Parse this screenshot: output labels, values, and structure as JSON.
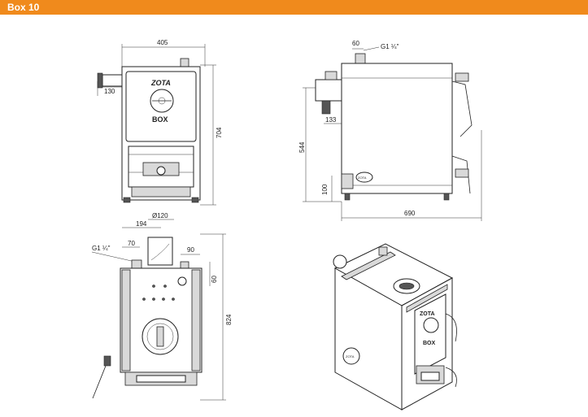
{
  "header": {
    "title": "Box 10",
    "color": "#f08a1c"
  },
  "front_view": {
    "dims": {
      "width": "405",
      "height": "704",
      "outlet_offset": "130"
    },
    "brand_top": "ZOTA",
    "brand_model": "BOX"
  },
  "side_view": {
    "dims": {
      "top": "60",
      "pipe": "G1 ¼\"",
      "length": "690",
      "height_outlet": "544",
      "depth_outlet": "133",
      "bottom": "100"
    },
    "brand": "ZOTA"
  },
  "top_view": {
    "dims": {
      "flue_diameter": "Ø120",
      "flue_offset": "194",
      "pipe": "G1 ¼\"",
      "pipe_offset": "70",
      "right_pipe": "90",
      "right_height": "60",
      "depth": "824"
    }
  },
  "iso_view": {
    "brand_top": "ZOTA",
    "brand_model": "BOX",
    "badge": "ZOTA"
  }
}
